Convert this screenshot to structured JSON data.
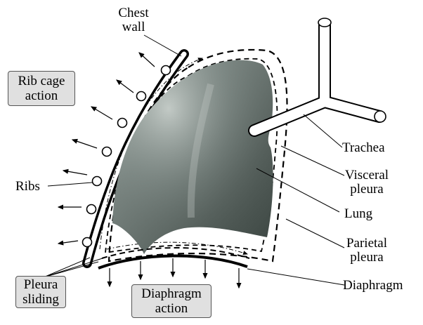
{
  "labels": {
    "chest_wall": [
      "Chest",
      "wall"
    ],
    "rib_cage_action": [
      "Rib cage",
      "action"
    ],
    "ribs": "Ribs",
    "trachea": "Trachea",
    "visceral_pleura": [
      "Visceral",
      "pleura"
    ],
    "lung": "Lung",
    "parietal_pleura": [
      "Parietal",
      "pleura"
    ],
    "diaphragm": "Diaphragm",
    "pleura_sliding": [
      "Pleura",
      "sliding"
    ],
    "diaphragm_action": [
      "Diaphragm",
      "action"
    ]
  },
  "colors": {
    "box_fill": "#e0e0e0",
    "lung_light": "#a9b3ae",
    "lung_dark": "#3f4a46",
    "ink": "#000000"
  }
}
